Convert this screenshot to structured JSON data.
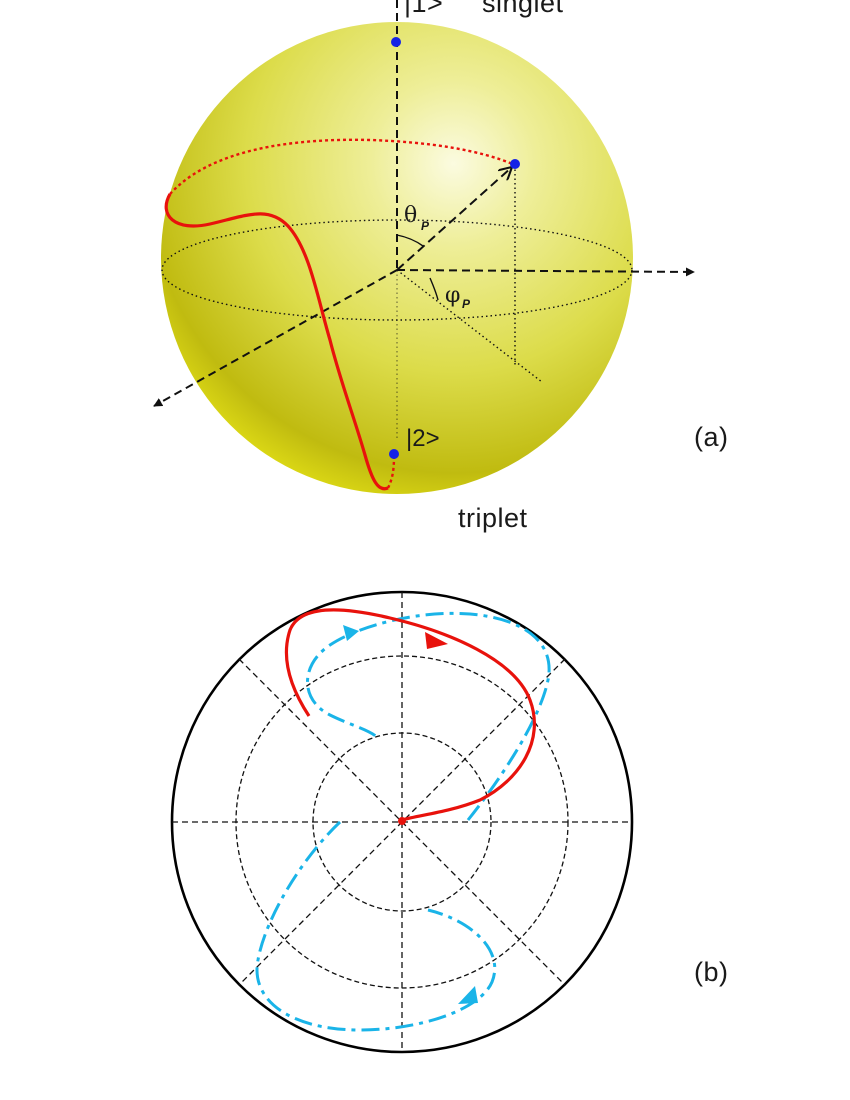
{
  "panel_a": {
    "label": "(a)",
    "state_top": "|1>",
    "state_top_name": "singlet",
    "state_bottom": "|2>",
    "state_bottom_name": "triplet",
    "theta_symbol": "θ",
    "theta_sub": "P",
    "phi_symbol": "φ",
    "phi_sub": "P",
    "colors": {
      "sphere_light": "#f8f8cc",
      "sphere_mid": "#e6e64a",
      "sphere_dark": "#b8b200",
      "trajectory": "#e8120c",
      "state_point": "#1422e6",
      "axis": "#111111"
    }
  },
  "panel_b": {
    "label": "(b)",
    "colors": {
      "solid_curve": "#e8120c",
      "dashed_curve": "#1ab4e8",
      "grid": "#111111",
      "outer_circle": "#000000"
    }
  }
}
